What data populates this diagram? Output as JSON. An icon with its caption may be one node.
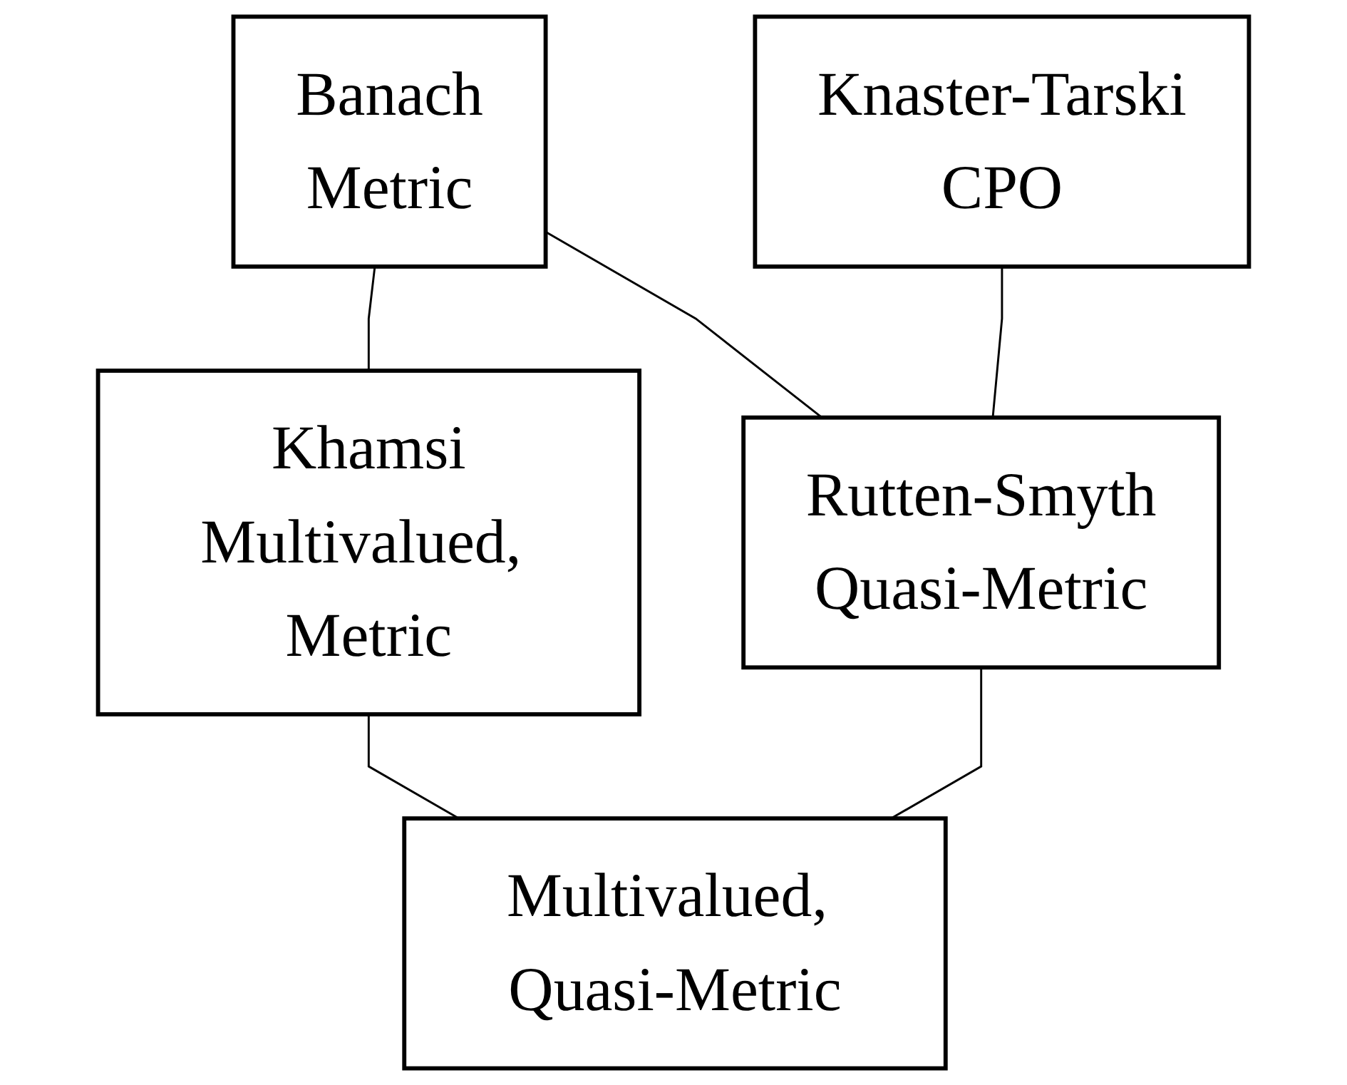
{
  "diagram": {
    "nodes": [
      {
        "text": [
          "Banach",
          "Metric"
        ]
      },
      {
        "text": [
          "Knaster-Tarski",
          "CPO"
        ]
      },
      {
        "text": [
          "Khamsi",
          "Multivalued, Metric"
        ]
      },
      {
        "text": [
          "Rutten-Smyth",
          "Quasi-Metric"
        ]
      },
      {
        "text": [
          "Multivalued, Quasi-Metric"
        ]
      }
    ],
    "edges": [
      {
        "from": 0,
        "to": 2,
        "arrow": "none"
      },
      {
        "from": 0,
        "to": 3,
        "arrow": "none"
      },
      {
        "from": 1,
        "to": 3,
        "arrow": "none"
      },
      {
        "from": 2,
        "to": 4,
        "arrow": "none"
      },
      {
        "from": 3,
        "to": 4,
        "arrow": "none"
      }
    ]
  }
}
